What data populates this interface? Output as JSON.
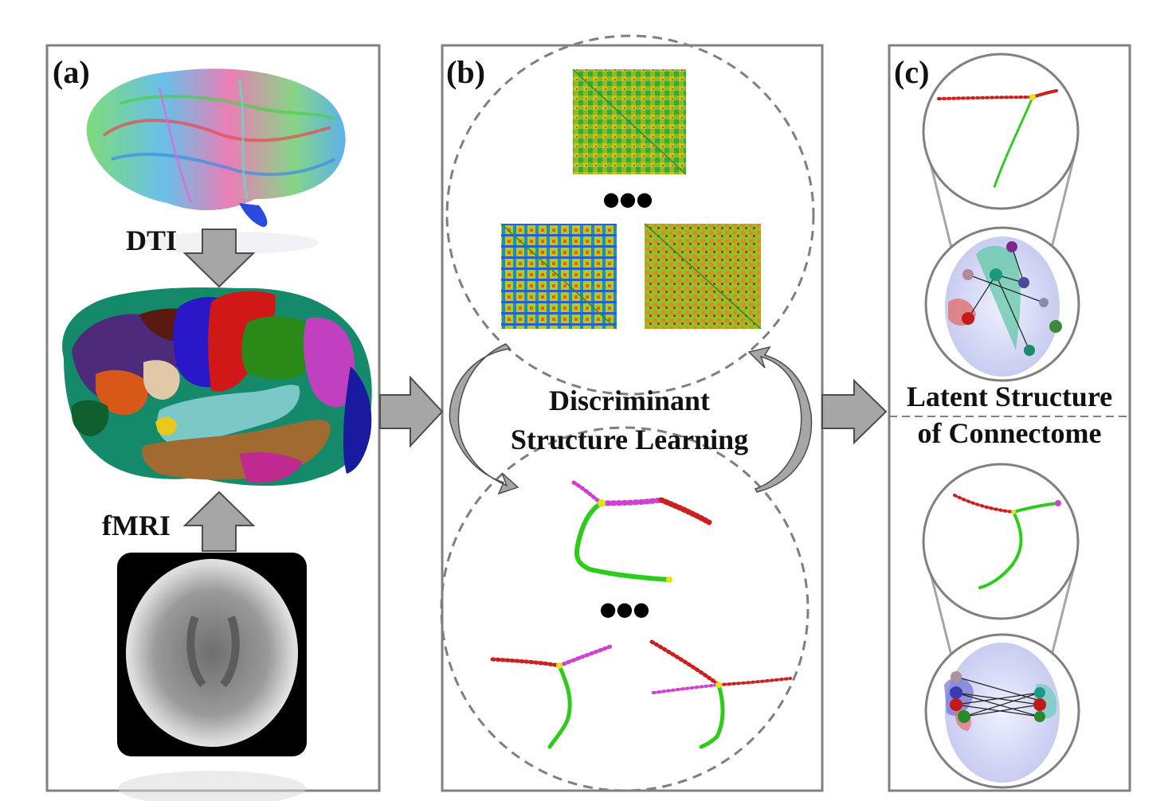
{
  "panels": {
    "a": {
      "label": "(a)",
      "dti_label": "DTI",
      "fmri_label": "fMRI"
    },
    "b": {
      "label": "(b)",
      "ellipsis_top": "●●●",
      "ellipsis_bottom": "●●●",
      "center_line1": "Discriminant",
      "center_line2": "Structure Learning"
    },
    "c": {
      "label": "(c)",
      "center_line1": "Latent Structure",
      "center_line2": "of Connectome"
    }
  },
  "colors": {
    "frame": "#808080",
    "arrow": "#a6a6a6",
    "dashed": "#7f7f7f",
    "tree_green": "#2ecc1a",
    "tree_red": "#cc1f1f",
    "tree_magenta": "#d040d0",
    "tree_yellow": "#e6e21a"
  }
}
